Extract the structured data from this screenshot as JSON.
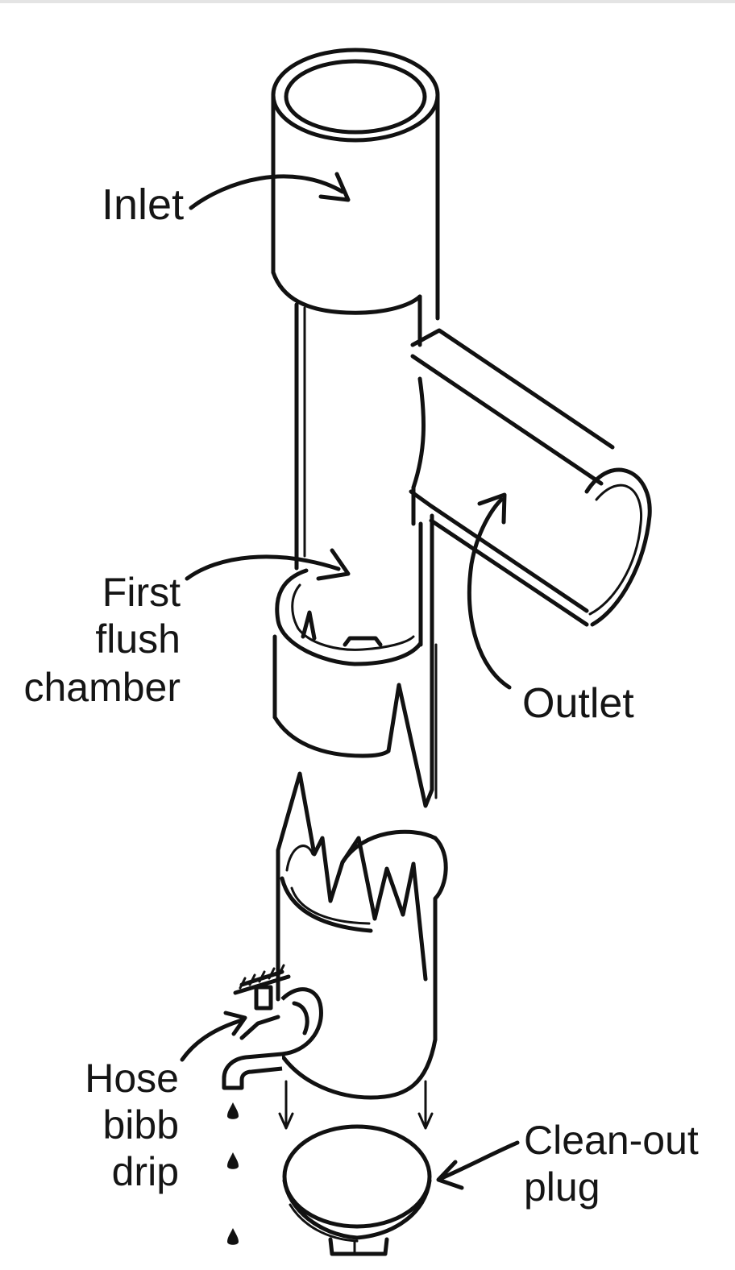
{
  "labels": {
    "inlet": "Inlet",
    "first_flush_chamber": [
      "First",
      "flush",
      "chamber"
    ],
    "outlet": "Outlet",
    "hose_bibb_drip": [
      "Hose",
      "bibb",
      "drip"
    ],
    "clean_out_plug": [
      "Clean-out",
      "plug"
    ]
  },
  "colors": {
    "line": "#111111",
    "background": "#ffffff",
    "top_border": "#e4e4e4"
  }
}
